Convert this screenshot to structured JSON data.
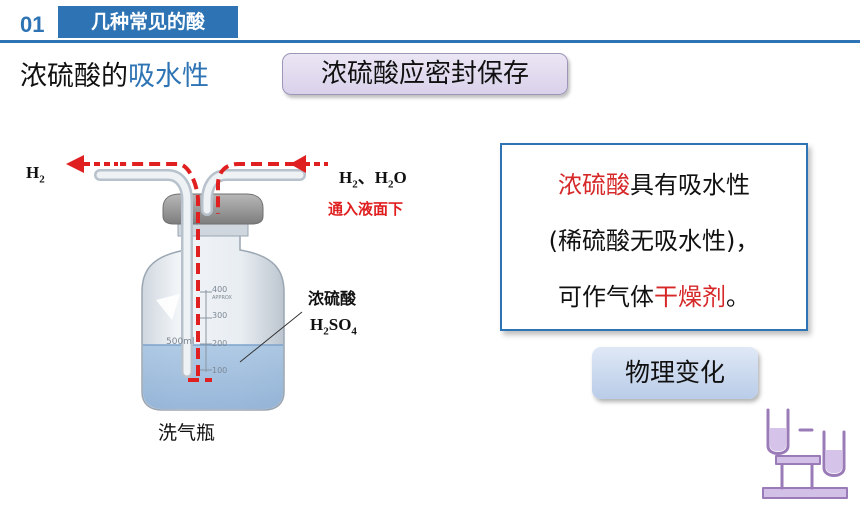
{
  "header": {
    "section_number": "01",
    "section_title": "几种常见的酸"
  },
  "title": {
    "prefix": "浓硫酸的",
    "highlight": "吸水性"
  },
  "storage_note": "浓硫酸应密封保存",
  "diagram": {
    "gas_out": "H",
    "gas_out_sub": "2",
    "gas_in": {
      "h": "H",
      "h_sub": "2",
      "sep": "、H",
      "o_sub": "2",
      "o": "O"
    },
    "gas_in_note": "通入液面下",
    "acid_name": "浓硫酸",
    "acid_formula": {
      "h": "H",
      "h_sub": "2",
      "so": "SO",
      "so_sub": "4"
    },
    "bottle_marks": {
      "m400": "400",
      "approx": "APPROX",
      "m300": "300",
      "m200": "200",
      "m100": "100",
      "volume": "500ml"
    },
    "caption": "洗气瓶"
  },
  "property": {
    "line1_red": "浓硫酸",
    "line1_rest": "具有吸水性",
    "line2": "(稀硫酸无吸水性)，",
    "line3_prefix": "可作气体",
    "line3_red": "干燥剂",
    "line3_suffix": "。"
  },
  "change_label": "物理变化",
  "colors": {
    "theme_blue": "#2e74b5",
    "accent_red": "#d62828",
    "tube_red": "#e02020"
  },
  "icons": [
    "test-tube-rack-icon"
  ]
}
